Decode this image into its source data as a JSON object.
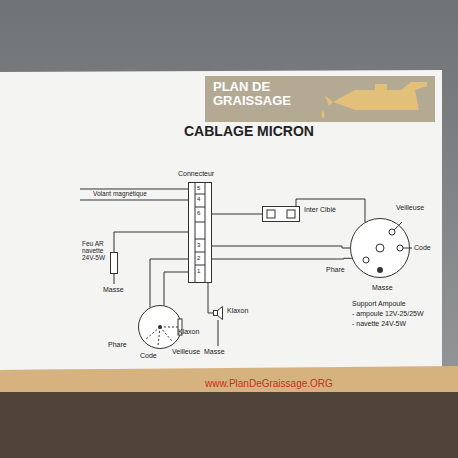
{
  "diagram": {
    "title": "CABLAGE MICRON",
    "nodes": [
      {
        "text": [
          "PLAN DE GRAISSAGE"
        ]
      },
      {
        "text": [
          "Connecteur",
          "5",
          "4",
          "6",
          "3",
          "2",
          "1"
        ]
      },
      {
        "text": [
          "Inter Cibié"
        ]
      },
      {
        "text": [
          "Veilleuse",
          "Code",
          "Phare",
          "Masse"
        ]
      },
      {
        "text": [
          "Feu AR navette 24V-5W"
        ]
      },
      {
        "text": [
          "Klaxon"
        ]
      },
      {
        "text": [
          "Klaxon",
          "Phare",
          "Code",
          "Veilleuse"
        ]
      }
    ],
    "edges": [
      {
        "from": 1,
        "to": 2,
        "arrow": "none"
      },
      {
        "from": 2,
        "to": 3,
        "arrow": "none"
      },
      {
        "from": 1,
        "to": 3,
        "arrow": "none"
      },
      {
        "from": 1,
        "to": 3,
        "arrow": "none"
      },
      {
        "from": 1,
        "to": 4,
        "arrow": "none"
      },
      {
        "from": 1,
        "to": 5,
        "arrow": "none"
      },
      {
        "from": 1,
        "to": 6,
        "arrow": "none"
      },
      {
        "from": 1,
        "to": 6,
        "arrow": "none"
      }
    ],
    "labels": [
      "Volant magnétique",
      "Masse",
      "Masse",
      "Support Ampoule",
      "- ampoule 12V-25/25W",
      "- navette 24V-5W",
      "www.PlanDeGraissage.ORG"
    ]
  }
}
